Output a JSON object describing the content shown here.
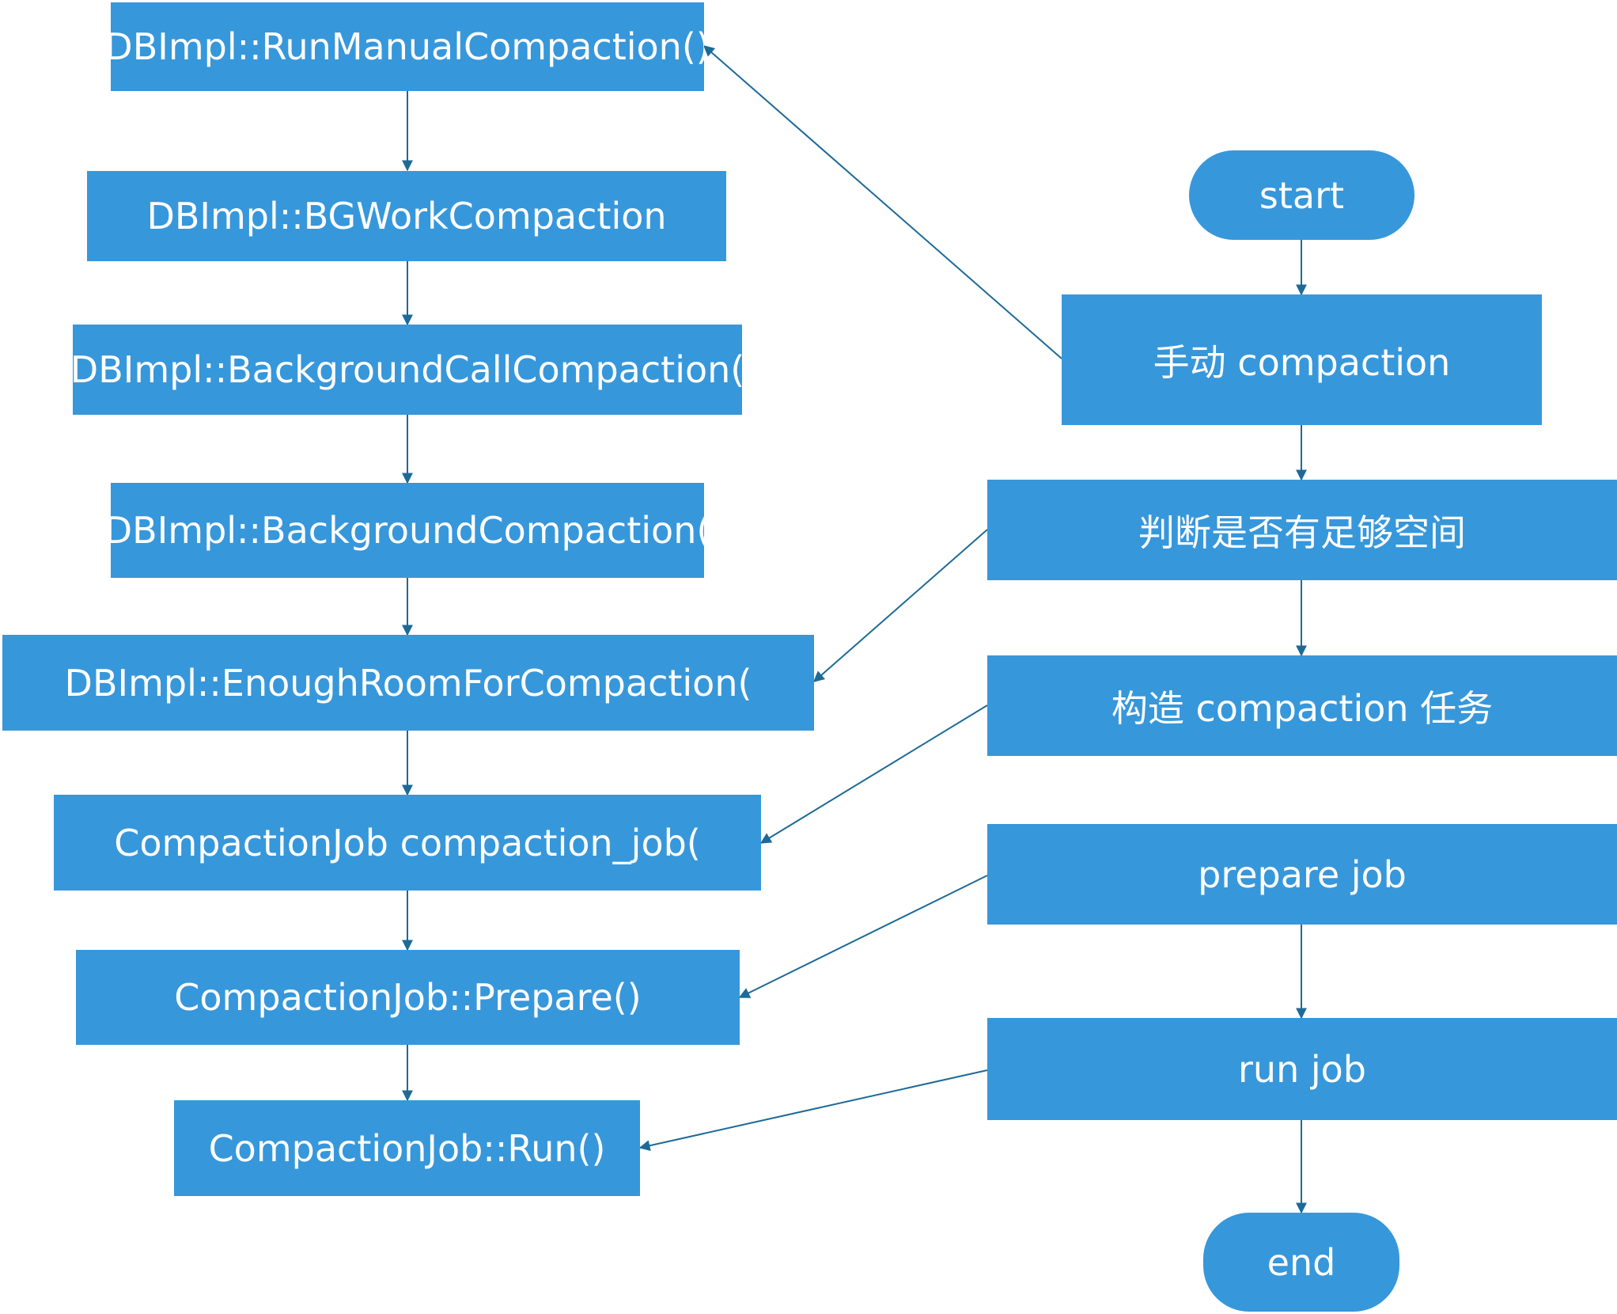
{
  "colors": {
    "node_fill": "#3797db",
    "node_text": "#ffffff",
    "edge": "#1d6a97",
    "background": "#ffffff"
  },
  "left_chain": [
    "DBImpl::RunManualCompaction()",
    "DBImpl::BGWorkCompaction",
    "DBImpl::BackgroundCallCompaction(",
    "DBImpl::BackgroundCompaction(",
    "DBImpl::EnoughRoomForCompaction(",
    "CompactionJob compaction_job(",
    "CompactionJob::Prepare()",
    "CompactionJob::Run()"
  ],
  "right_flow": {
    "start": "start",
    "steps": [
      "手动 compaction",
      "判断是否有足够空间",
      "构造 compaction 任务",
      "prepare job",
      "run job"
    ],
    "end": "end"
  }
}
